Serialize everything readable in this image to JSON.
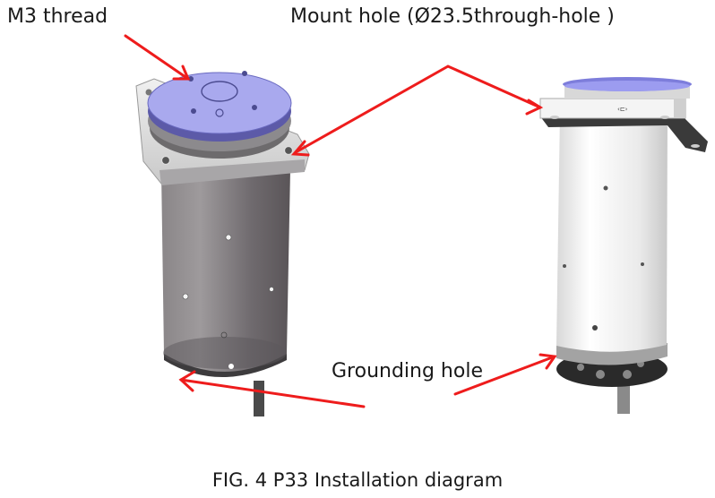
{
  "labels": {
    "m3_thread": "M3 thread",
    "mount_hole": "Mount hole (Ø23.5through-hole )",
    "grounding_hole": "Grounding hole"
  },
  "caption": "FIG. 4  P33 Installation diagram",
  "colors": {
    "arrow": "#ee1c1c",
    "top_plate": "#a9a9ee",
    "left_body": "#7a7478",
    "right_body": "#ececec",
    "text": "#1a1a1a"
  },
  "figures": [
    {
      "name": "left-view",
      "description": "slip ring top-angled view with blue top plate and square flange"
    },
    {
      "name": "right-view",
      "description": "slip ring side view with white body and dark bottom"
    }
  ]
}
